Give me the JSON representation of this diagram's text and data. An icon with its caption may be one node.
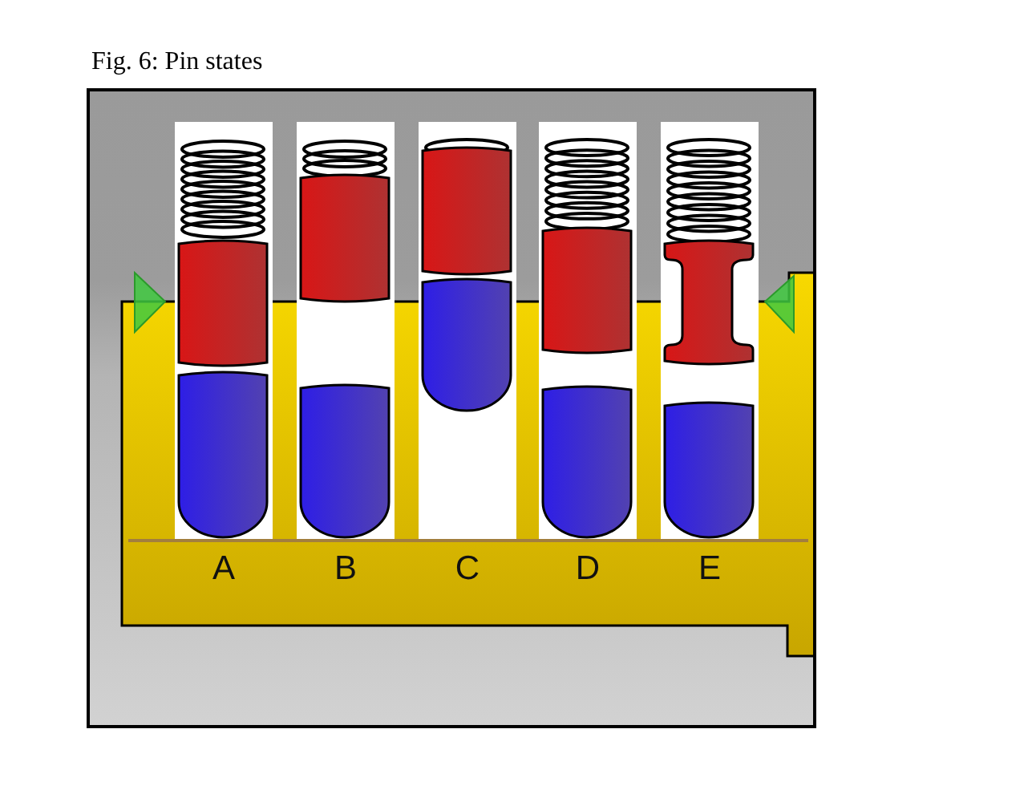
{
  "diagram": {
    "title": "Fig. 6: Pin states",
    "labels": [
      "A",
      "B",
      "C",
      "D",
      "E"
    ]
  }
}
